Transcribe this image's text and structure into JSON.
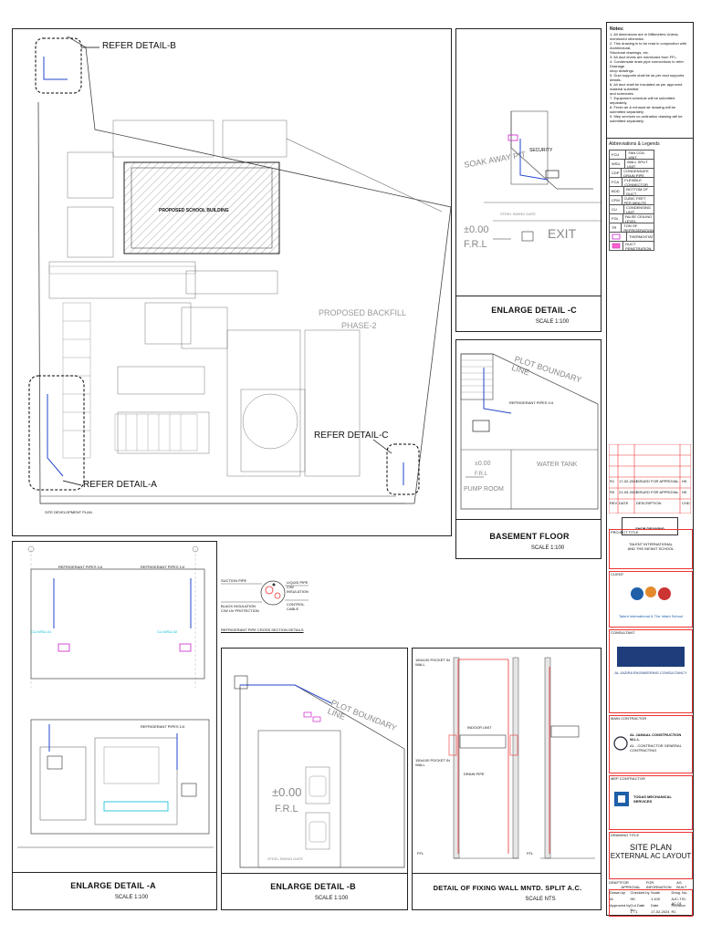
{
  "site_plan": {
    "refer_b": "REFER DETAIL-B",
    "refer_a": "REFER DETAIL-A",
    "refer_c": "REFER DETAIL-C",
    "proposed_building": "PROPOSED SCHOOL BUILDING",
    "backfill_line1": "PROPOSED BACKFILL",
    "backfill_line2": "PHASE-2",
    "caption": "SITE DEVELOPMENT PLAN"
  },
  "detail_c": {
    "title": "ENLARGE DETAIL -C",
    "scale": "SCALE 1:100",
    "soak_pit": "SOAK AWAY PIT",
    "security": "SECURITY",
    "gate": "STEEL SWING GATE",
    "exit": "EXIT",
    "level": "±0.00",
    "frl": "F.R.L"
  },
  "basement": {
    "title": "BASEMENT FLOOR",
    "scale": "SCALE 1:100",
    "plot_line": "PLOT BOUNDARY LINE",
    "water_tank": "WATER TANK",
    "pump_room": "PUMP ROOM",
    "level": "±0.00",
    "frl": "F.R.L",
    "pipe_label": "REFRIGERANT PIPES 1/4"
  },
  "detail_a": {
    "title": "ENLARGE DETAIL -A",
    "scale": "SCALE 1:100",
    "pipe_left": "REFRIGERANT PIPES 1/4",
    "pipe_right": "REFRIGERANT PIPES 1/4",
    "pipe_mid": "REFRIGERANT PIPES 1/4",
    "cu_left": "CU-WSU-01",
    "cu_right": "CU-WSU-02"
  },
  "cross_section": {
    "caption": "REFRIGERANT PIPE CROSS SECTION DETAILS",
    "suction": "SUCTION PIPE",
    "liquid": "LIQUID PIPE C/W INSULATION",
    "insulation": "BLACK INSULATION C/W UV PROTECTION",
    "cable": "CONTROL CABLE"
  },
  "detail_b": {
    "title": "ENLARGE DETAIL -B",
    "scale": "SCALE 1:100",
    "plot_line": "PLOT BOUNDARY LINE",
    "level": "±0.00",
    "frl": "F.R.L",
    "gate": "STEEL SWING GATE"
  },
  "fixing": {
    "title": "DETAIL OF FIXING WALL MNTD. SPLIT A.C.",
    "scale": "SCALE NTS",
    "pocket": "150x100 POCKET IN WALL",
    "indoor": "INDOOR UNIT",
    "drain": "DRAIN PIPE",
    "ffl": "FFL"
  },
  "notes": {
    "heading": "Notes:",
    "lines": [
      "1. All dimensions are in Millimeters Unless mentioned otherwise.",
      "2. This drawing is to be read in conjunction with Architectural,",
      "Structural drawings, etc.",
      "3. All duct levels are mentioned from FFL.",
      "4. Condensate drain pipe connections to refer Drainage",
      "shop drawings.",
      "5. Duct supports shall be as per duct supports details.",
      "6. All duct shall be insulated as per approved material submittal",
      "and schedules.",
      "7. Equipment schedule will be submitted separately.",
      "8. Fresh air & exhaust air drawing will be submitted separately.",
      "9. Mep services co-ordination drawing will be submitted separately."
    ]
  },
  "legend": {
    "heading": "Abbreviations & Legends",
    "rows": [
      {
        "k": "FCU",
        "v": "FAN COIL UNIT"
      },
      {
        "k": "WSU",
        "v": "WALL SPLIT UNIT"
      },
      {
        "k": "CDP",
        "v": "CONDENSATE DRAIN PIPE"
      },
      {
        "k": "FCA",
        "v": "FLEXIBLE CONNECTOR"
      },
      {
        "k": "BOD",
        "v": "BOTTOM OF DUCT"
      },
      {
        "k": "CFM",
        "v": "CUBIC FEET PER MINUTE"
      },
      {
        "k": "CU",
        "v": "CONDENSING UNIT"
      },
      {
        "k": "FGL",
        "v": "FALSE CEILING LEVEL"
      },
      {
        "k": "TR",
        "v": "TON OF REFRIGERATION"
      },
      {
        "k": "",
        "v": "THERMOSTAT"
      },
      {
        "k": "",
        "v": "DUCT PENETRATION"
      }
    ]
  },
  "revisions": {
    "rows": [
      {
        "rev": "R1",
        "date": "17-02-2024",
        "desc": "ISSUED FOR APPROVAL",
        "chk": "HK"
      },
      {
        "rev": "R0",
        "date": "21-09-2023",
        "desc": "ISSUED FOR APPROVAL",
        "chk": "HK"
      }
    ],
    "header": {
      "rev": "REV",
      "date": "DATE",
      "desc": "DESCRIPTION",
      "chk": "CHD"
    }
  },
  "title_block": {
    "shop_drawing": "SHOP DRAWING",
    "project_title_label": "PROJECT TITLE",
    "project_title_1": "TALENT INTERNATIONAL",
    "project_title_2": "AND THE INFANT SCHOOL",
    "client_label": "CLIENT",
    "client_name": "Talent International & The Infant School",
    "consultant_label": "CONSULTANT",
    "consultant_name": "AL JAZIRA ENGINEERING CONSULTANCY",
    "main_contractor_label": "MAIN CONTRACTOR",
    "main_contractor_name": "AL JAMAAL CONSTRUCTION W.L.L",
    "main_contractor_sub": "A1 - CONTRACTOR GENERAL CONTRACTING",
    "mep_label": "MEP CONTRACTOR",
    "mep_name": "TODAS MECHANICAL SERVICES",
    "drawing_title_label": "DRAWING TITLE",
    "drawing_title_1": "SITE PLAN",
    "drawing_title_2": "EXTERNAL AC LAYOUT",
    "status_items": [
      "DRAFT",
      "FOR APPROVAL",
      "FOR INFORMATION",
      "AS BUILT"
    ],
    "meta_labels": [
      "Drawn by",
      "Checked by",
      "Scale",
      "Drwg. No."
    ],
    "meta_values": [
      "IA",
      "HK",
      "1:100",
      "AJC-TIS-AC-01"
    ],
    "meta_labels2": [
      "Approved by",
      "Cut Date No.",
      "Date",
      "Revision"
    ],
    "meta_values2": [
      "",
      "1 / 1",
      "17-02-2024",
      "R1"
    ]
  },
  "colors": {
    "line": "#222222",
    "pipe_blue": "#2244cc",
    "pipe_red": "#dd2222",
    "tag_magenta": "#cc22cc",
    "cyan": "#00bcd4"
  }
}
